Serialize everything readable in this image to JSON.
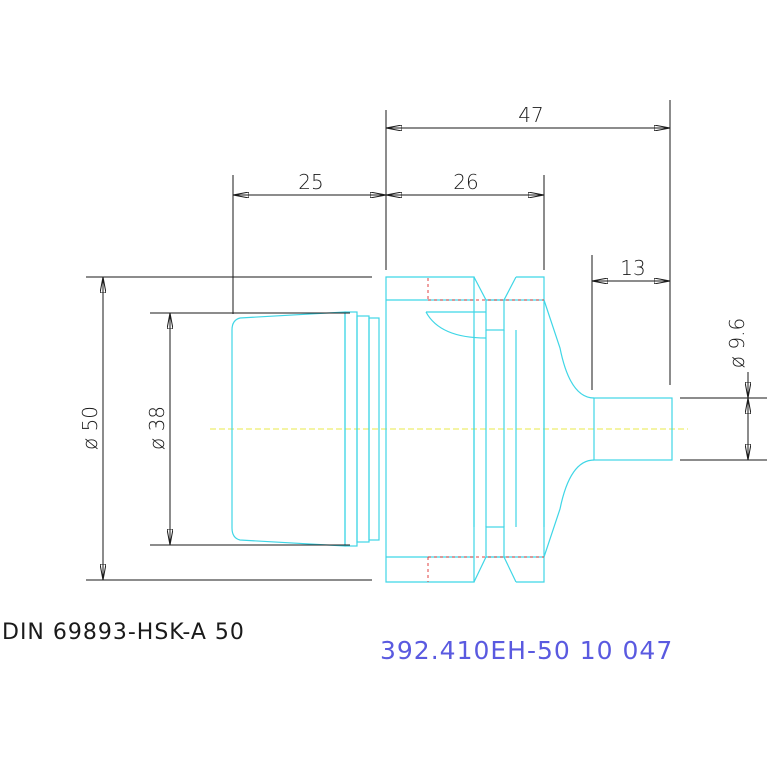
{
  "dimensions": {
    "overall_length": "47",
    "taper_length": "25",
    "flange_length": "26",
    "shank_length": "13",
    "shank_diameter": "ø 9.6",
    "flange_diameter": "ø 50",
    "taper_diameter": "ø 38"
  },
  "standard_label": "DIN 69893-HSK-A 50",
  "part_number": "392.410EH-50 10 047",
  "colors": {
    "part_outline": "#3fd6e6",
    "dimension_lines": "#1a1a1a",
    "hidden_lines": "#e04040",
    "center_line": "#e8e84a",
    "part_number_text": "#5a5ae0"
  }
}
